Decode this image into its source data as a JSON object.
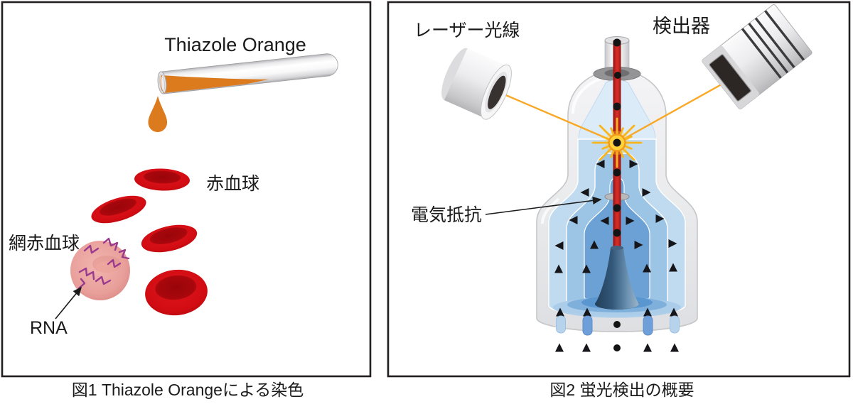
{
  "figure1": {
    "caption": "図1 Thiazole Orangeによる染色",
    "reagent_label": "Thiazole Orange",
    "labels": {
      "red_blood_cell": "赤血球",
      "reticulocyte": "網赤血球",
      "rna": "RNA"
    },
    "colors": {
      "rbc_red": "#d10c12",
      "reticulocyte_pink": "#e9a09b",
      "rna_purple": "#993a8e",
      "reagent_orange": "#dc7a1e"
    }
  },
  "figure2": {
    "caption": "図2 蛍光検出の概要",
    "labels": {
      "laser_beam": "レーザー光線",
      "detector": "検出器",
      "electrical_resistance": "電気抵抗"
    },
    "colors": {
      "beam_orange": "#f9a825",
      "flash_yellow": "#ffd23a",
      "sample_stream_red": "#c9231f",
      "sheath_blue": "#9cc4e5",
      "cone_slate": "#33587a"
    }
  }
}
